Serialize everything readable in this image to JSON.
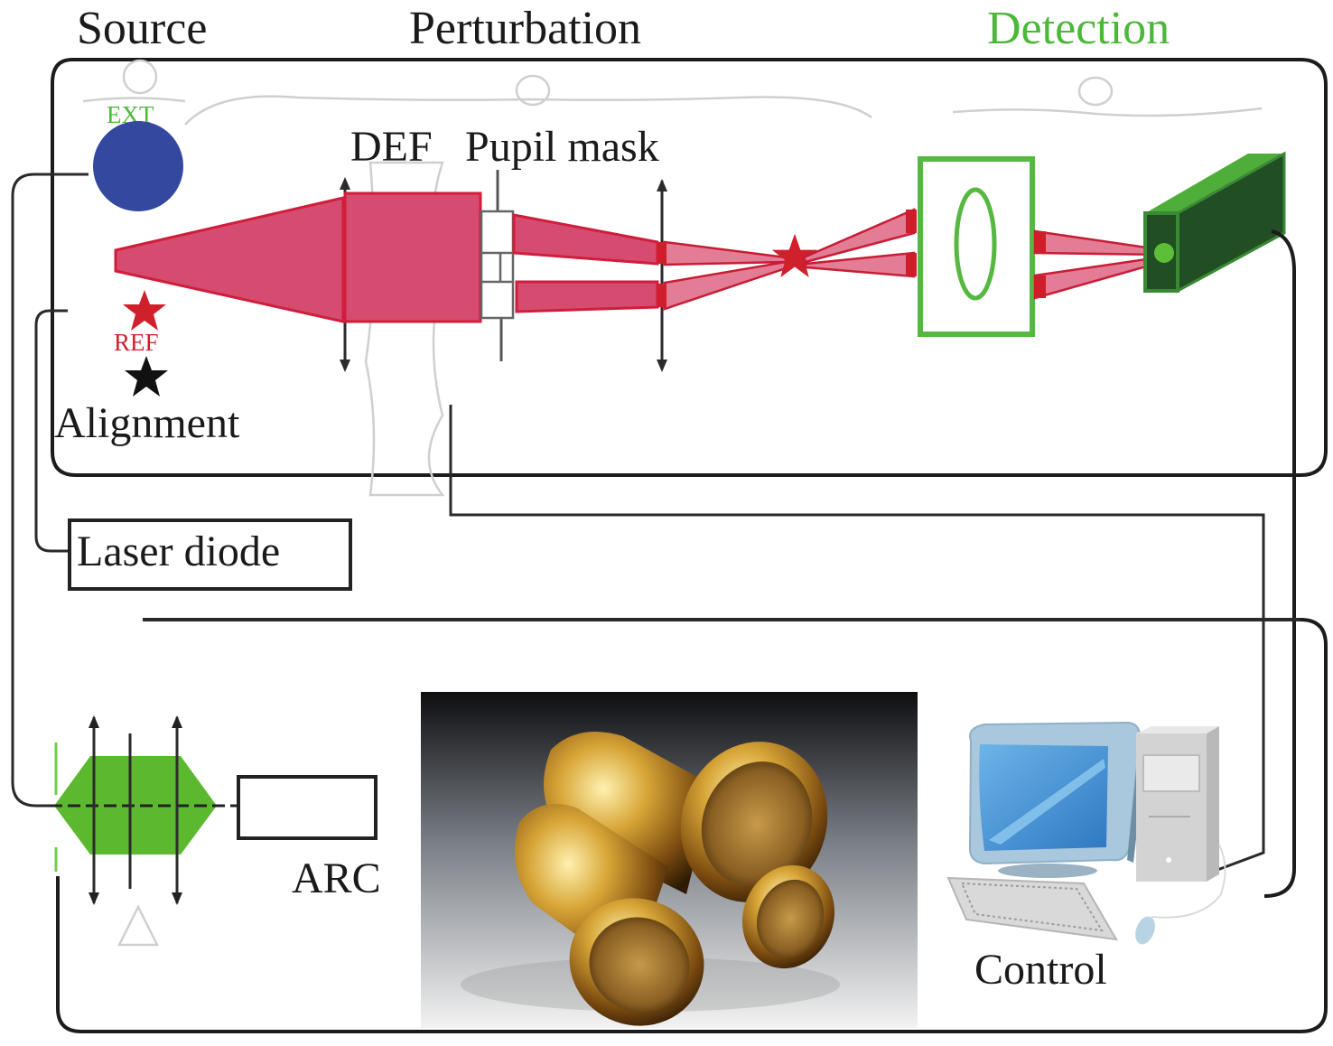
{
  "figure": {
    "section_labels": {
      "source": "Source",
      "perturbation": "Perturbation",
      "detection": "Detection"
    },
    "component_labels": {
      "ext": "EXT",
      "def": "DEF",
      "pupil_mask": "Pupil mask",
      "ref": "REF",
      "alignment": "Alignment",
      "laser_diode": "Laser diode",
      "arc": "ARC",
      "control": "Control"
    },
    "colors": {
      "detection_label": "#4cb83a",
      "ext_label": "#4cb83a",
      "ref_label": "#d0202c",
      "source_circle": "#33489e",
      "beam": "#d64c70",
      "beam_edge": "#d01d3c",
      "detector_green": "#2d7a30",
      "arc_module_green": "#5bb82f",
      "frame": "#1c1c1c"
    },
    "icons": [
      "source-circle-icon",
      "ref-star-icon",
      "alignment-star-icon",
      "focus-star-icon",
      "detector-box-icon",
      "binoculars-photo-icon",
      "computer-icon"
    ]
  }
}
